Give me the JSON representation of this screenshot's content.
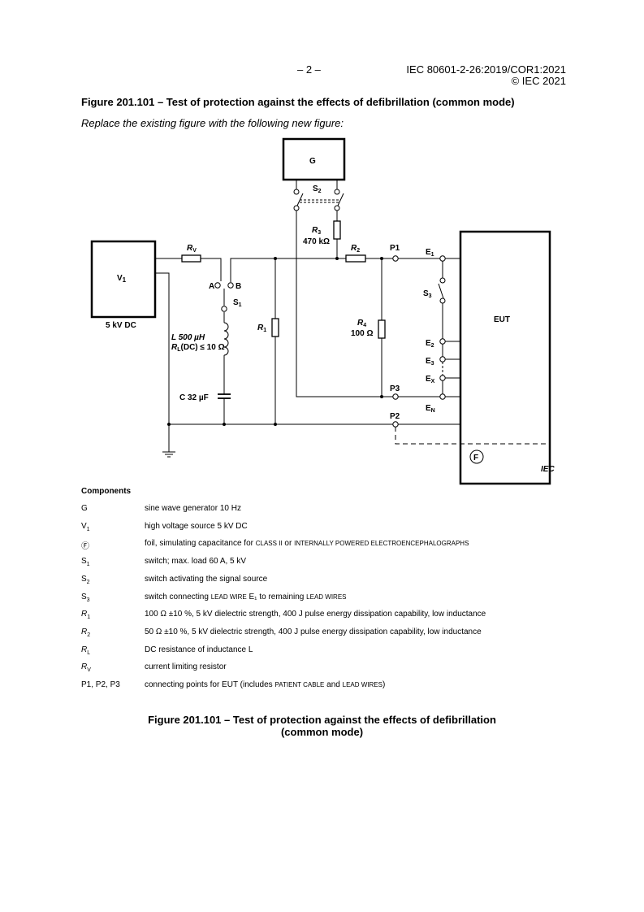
{
  "header": {
    "page_number": "– 2 –",
    "doc_id": "IEC 80601-2-26:2019/COR1:2021",
    "copyright": "© IEC 2021"
  },
  "section_title": "Figure 201.101 – Test of protection against the effects of defibrillation (common mode)",
  "instruction": "Replace the existing figure with the following new figure:",
  "diagram": {
    "G": "G",
    "V1": "V",
    "V1_sub": "1",
    "V1_rating": "5 kV  DC",
    "EUT": "EUT",
    "S2": "S",
    "S2_sub": "2",
    "R3": "R",
    "R3_sub": "3",
    "R3_value": "470 kΩ",
    "Rv": "R",
    "Rv_sub": "V",
    "R2": "R",
    "R2_sub": "2",
    "P1": "P1",
    "P2": "P2",
    "P3": "P3",
    "E1": "E",
    "E1_sub": "1",
    "E2": "E",
    "E2_sub": "2",
    "E3": "E",
    "E3_sub": "3",
    "Ex": "E",
    "Ex_sub": "X",
    "EN": "E",
    "EN_sub": "N",
    "S3": "S",
    "S3_sub": "3",
    "A": "A",
    "B": "B",
    "S1": "S",
    "S1_sub": "1",
    "L_label": "L  500 µH",
    "RL_label": "(DC)  ≤ 10 Ω",
    "RL": "R",
    "RL_sub": "L",
    "C_label": "C 32  µF",
    "R1": "R",
    "R1_sub": "1",
    "R4": "R",
    "R4_sub": "4",
    "R4_value": "100 Ω",
    "F": "F",
    "iec": "IEC"
  },
  "components": {
    "heading": "Components",
    "items": [
      {
        "sym": "G",
        "sub": "",
        "desc": "sine wave generator 10 Hz"
      },
      {
        "sym": "V",
        "sub": "1",
        "desc": "high voltage source 5 kV DC"
      },
      {
        "sym": "Ⓕ",
        "sub": "",
        "desc": "foil, simulating capacitance for ",
        "sc1": "CLASS II",
        "mid": " or ",
        "sc2": "INTERNALLY POWERED ELECTROENCEPHALOGRAPHS"
      },
      {
        "sym": "S",
        "sub": "1",
        "desc": "switch; max. load 60 A, 5 kV"
      },
      {
        "sym": "S",
        "sub": "2",
        "desc": "switch activating the signal source"
      },
      {
        "sym": "S",
        "sub": "3",
        "desc": "switch connecting ",
        "sc1": "LEAD WIRE",
        "mid": " E₁ to remaining ",
        "sc2": "LEAD WIRES"
      },
      {
        "sym": "R",
        "sub": "1",
        "desc": "100 Ω ±10 %, 5 kV dielectric strength, 400 J pulse energy dissipation capability, low inductance"
      },
      {
        "sym": "R",
        "sub": "2",
        "desc": "50 Ω ±10 %, 5 kV dielectric strength, 400 J pulse energy dissipation capability, low inductance"
      },
      {
        "sym": "R",
        "sub": "L",
        "desc": "DC resistance of inductance L"
      },
      {
        "sym": "R",
        "sub": "V",
        "desc": "current limiting resistor"
      },
      {
        "sym": "P1, P2, P3",
        "sub": "",
        "desc": "connecting points for EUT (includes ",
        "sc1": "PATIENT CABLE",
        "mid": " and ",
        "sc2": "LEAD WIRES",
        "end": ")"
      }
    ]
  },
  "caption_line1": "Figure 201.101 – Test of protection against the effects of defibrillation",
  "caption_line2": "(common mode)"
}
